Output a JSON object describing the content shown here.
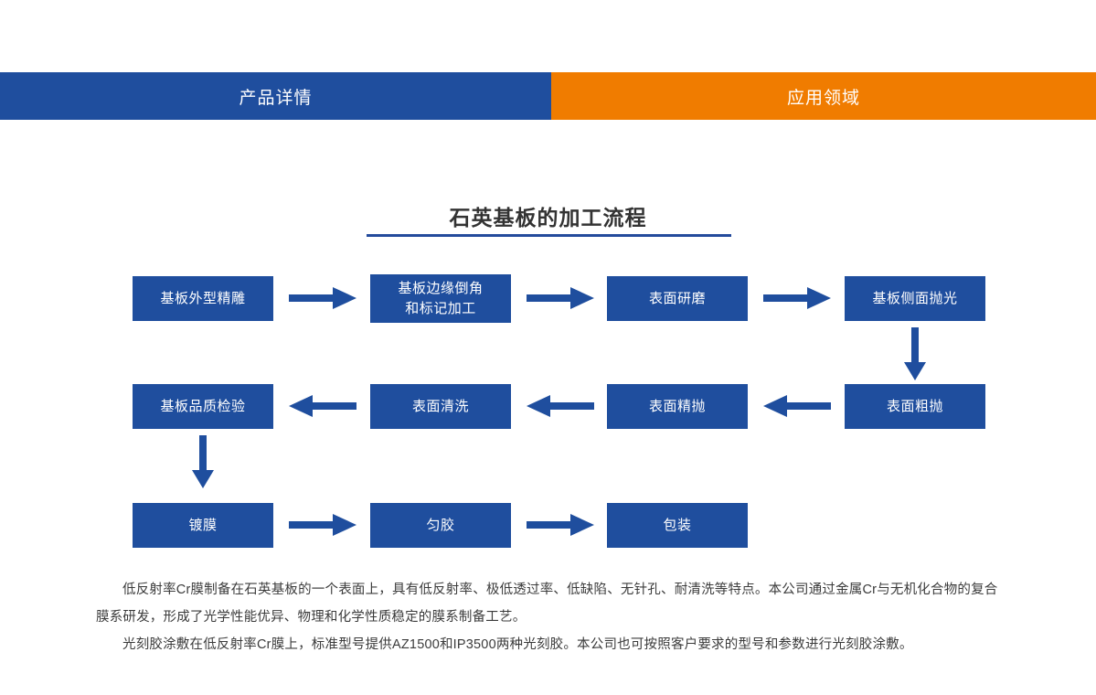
{
  "tabs": [
    {
      "label": "产品详情",
      "state": "active",
      "color": "#1f4e9e"
    },
    {
      "label": "应用领域",
      "state": "inactive",
      "color": "#f07c00"
    }
  ],
  "section": {
    "title": "石英基板的加工流程",
    "rule_color": "#244b9c"
  },
  "flow": {
    "node_color": "#1f4e9e",
    "arrow_color": "#1f4e9e",
    "nodes": [
      {
        "id": "n1",
        "label": "基板外型精雕",
        "row": 1
      },
      {
        "id": "n2",
        "label": "基板边缘倒角",
        "label2": "和标记加工",
        "row": 1
      },
      {
        "id": "n3",
        "label": "表面研磨",
        "row": 1
      },
      {
        "id": "n4",
        "label": "基板侧面抛光",
        "row": 1
      },
      {
        "id": "n5",
        "label": "基板品质检验",
        "row": 2
      },
      {
        "id": "n6",
        "label": "表面清洗",
        "row": 2
      },
      {
        "id": "n7",
        "label": "表面精抛",
        "row": 2
      },
      {
        "id": "n8",
        "label": "表面粗抛",
        "row": 2
      },
      {
        "id": "n9",
        "label": "镀膜",
        "row": 3
      },
      {
        "id": "n10",
        "label": "匀胶",
        "row": 3
      },
      {
        "id": "n11",
        "label": "包装",
        "row": 3
      }
    ],
    "arrows": [
      {
        "id": "a-h1",
        "direction": "right",
        "from": "n1",
        "to": "n2"
      },
      {
        "id": "a-h2",
        "direction": "right",
        "from": "n2",
        "to": "n3"
      },
      {
        "id": "a-h3",
        "direction": "right",
        "from": "n3",
        "to": "n4"
      },
      {
        "id": "a-v1",
        "direction": "down",
        "from": "n4",
        "to": "n8"
      },
      {
        "id": "a-h4",
        "direction": "left",
        "from": "n8",
        "to": "n7"
      },
      {
        "id": "a-h5",
        "direction": "left",
        "from": "n7",
        "to": "n6"
      },
      {
        "id": "a-h6",
        "direction": "left",
        "from": "n6",
        "to": "n5"
      },
      {
        "id": "a-v2",
        "direction": "down",
        "from": "n5",
        "to": "n9"
      },
      {
        "id": "a-h7",
        "direction": "right",
        "from": "n9",
        "to": "n10"
      },
      {
        "id": "a-h8",
        "direction": "right",
        "from": "n10",
        "to": "n11"
      }
    ]
  },
  "body": {
    "paragraph1": "低反射率Cr膜制备在石英基板的一个表面上，具有低反射率、极低透过率、低缺陷、无针孔、耐清洗等特点。本公司通过金属Cr与无机化合物的复合膜系研发，形成了光学性能优异、物理和化学性质稳定的膜系制备工艺。",
    "paragraph2": "光刻胶涂敷在低反射率Cr膜上，标准型号提供AZ1500和IP3500两种光刻胶。本公司也可按照客户要求的型号和参数进行光刻胶涂敷。"
  }
}
